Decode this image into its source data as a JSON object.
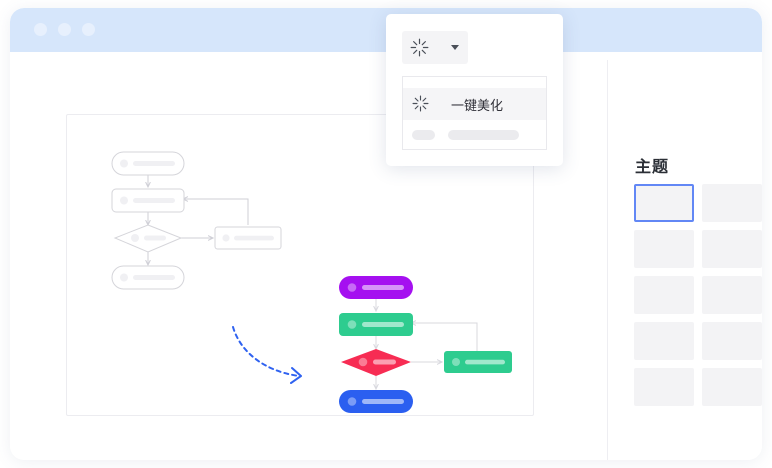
{
  "window": {
    "titlebar": {
      "dots": [
        "window-dot-1",
        "window-dot-2",
        "window-dot-3"
      ],
      "color": "#d6e6fb"
    }
  },
  "beautify_popup": {
    "trigger": {
      "icon": "sparkle-burst-icon",
      "caret": "chevron-down-icon"
    },
    "menu": {
      "items": [
        {
          "icon": "sparkle-burst-icon",
          "label": "一键美化",
          "highlighted": true
        },
        {
          "icon": "placeholder-pill",
          "label": "",
          "highlighted": false
        }
      ]
    }
  },
  "theme_panel": {
    "title": "主题",
    "swatches": [
      {
        "name": "theme-swatch-1",
        "selected": true
      },
      {
        "name": "theme-swatch-2",
        "selected": false
      },
      {
        "name": "theme-swatch-3",
        "selected": false
      },
      {
        "name": "theme-swatch-4",
        "selected": false
      },
      {
        "name": "theme-swatch-5",
        "selected": false
      },
      {
        "name": "theme-swatch-6",
        "selected": false
      },
      {
        "name": "theme-swatch-7",
        "selected": false
      },
      {
        "name": "theme-swatch-8",
        "selected": false
      },
      {
        "name": "theme-swatch-9",
        "selected": false
      },
      {
        "name": "theme-swatch-10",
        "selected": false
      }
    ],
    "selected_border_color": "#6287f5"
  },
  "canvas": {
    "flowchart_plain": {
      "style": "outline-grey",
      "node_stroke": "#d5d5da",
      "node_fill": "#ffffff",
      "placeholder_fill": "#f0f0f3",
      "connector_color": "#cfcfd6",
      "nodes": [
        {
          "name": "start-node",
          "shape": "stadium"
        },
        {
          "name": "process-node",
          "shape": "rectangle-rounded"
        },
        {
          "name": "decision-node",
          "shape": "diamond"
        },
        {
          "name": "end-node",
          "shape": "stadium"
        },
        {
          "name": "branch-node",
          "shape": "rectangle"
        }
      ]
    },
    "flowchart_styled": {
      "style": "filled-color",
      "connector_color": "#d8d8de",
      "nodes": [
        {
          "name": "start-node",
          "shape": "stadium",
          "color": "#a510f0"
        },
        {
          "name": "process-node",
          "shape": "rectangle-rounded",
          "color": "#2ecc8f"
        },
        {
          "name": "decision-node",
          "shape": "diamond",
          "color": "#f72c53"
        },
        {
          "name": "end-node",
          "shape": "stadium",
          "color": "#2b5ff0"
        },
        {
          "name": "branch-node",
          "shape": "rectangle-rounded",
          "color": "#2ecc8f"
        }
      ]
    },
    "transform_arrow": {
      "name": "dashed-curved-arrow",
      "color": "#2f62f0",
      "style": "dashed"
    }
  }
}
